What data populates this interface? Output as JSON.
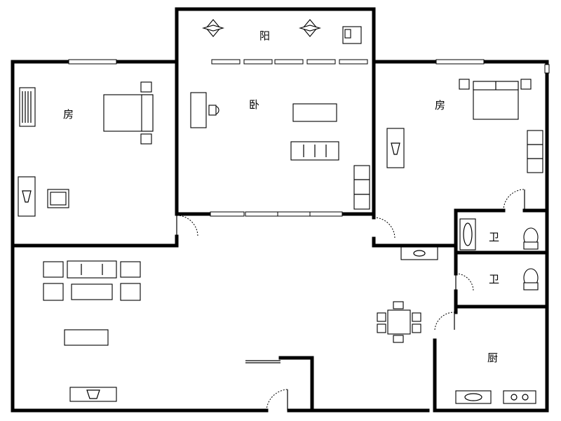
{
  "rooms": {
    "balcony": "阳",
    "bedroom_left": "房",
    "bedroom_center": "卧",
    "bedroom_right": "房",
    "bath_upper": "卫",
    "bath_lower": "卫",
    "kitchen": "厨"
  }
}
